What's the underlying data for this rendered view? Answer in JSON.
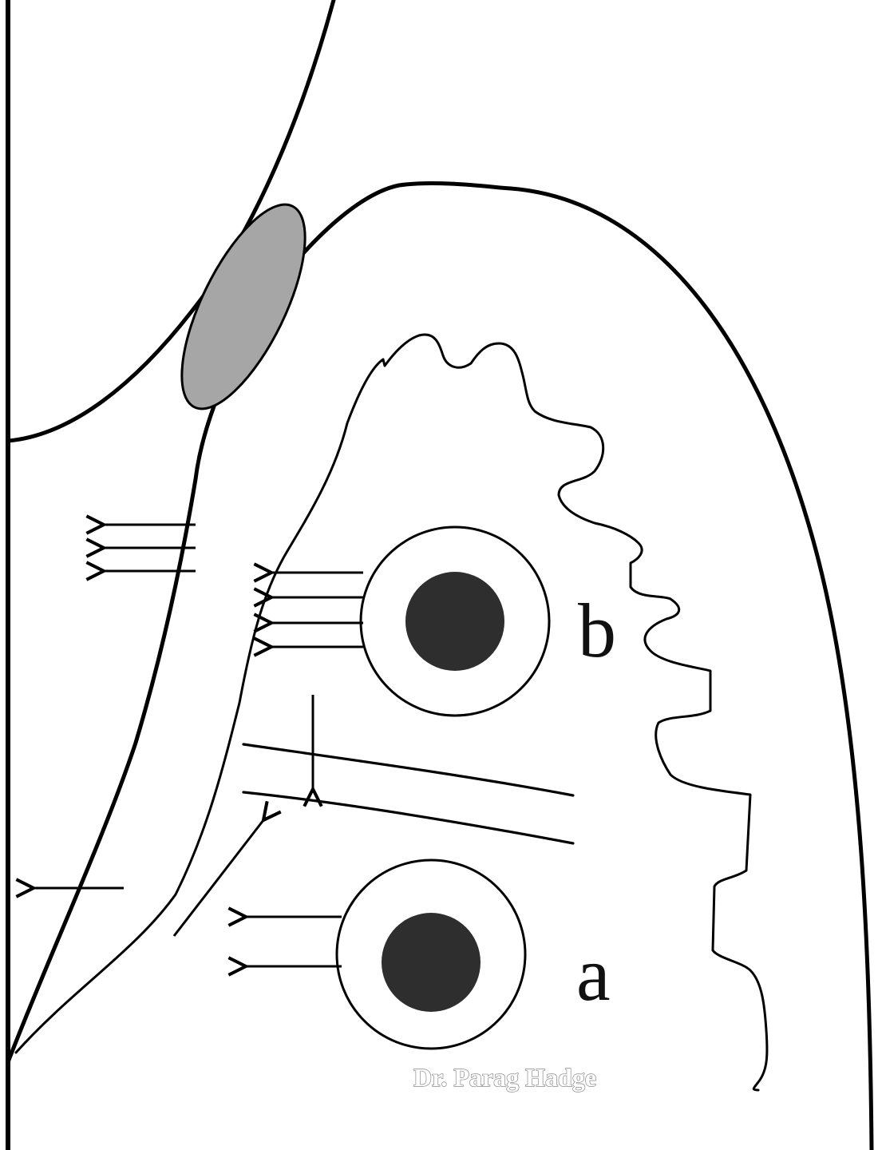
{
  "labels": {
    "b": "b",
    "a": "a"
  },
  "watermark": "Dr. Parag Hadge",
  "colors": {
    "line": "#000000",
    "nodule_core": "#2e2e2e",
    "ellipse_fill": "#a6a6a6",
    "background": "#ffffff"
  }
}
